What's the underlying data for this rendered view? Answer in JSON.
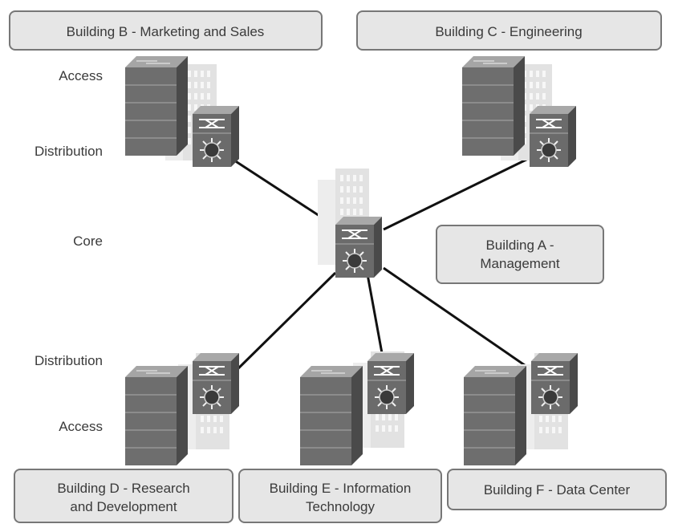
{
  "tiers": {
    "access_top": "Access",
    "distribution_top": "Distribution",
    "core": "Core",
    "distribution_bottom": "Distribution",
    "access_bottom": "Access"
  },
  "buildings": {
    "a": [
      "Building A -",
      "Management"
    ],
    "b": [
      "Building B - Marketing and Sales"
    ],
    "c": [
      "Building C - Engineering"
    ],
    "d": [
      "Building D - Research",
      "and Development"
    ],
    "e": [
      "Building E - Information",
      "Technology"
    ],
    "f": [
      "Building F - Data Center"
    ]
  },
  "icons": {
    "building": "office-building-icon",
    "access_switch": "access-switch-stack-icon",
    "multilayer_switch": "multilayer-switch-icon"
  },
  "colors": {
    "label_box_fill": "#e6e6e6",
    "label_box_stroke": "#777777",
    "switch_front": "#6b6b6b",
    "switch_top": "#9a9a9a",
    "link": "#111111"
  }
}
